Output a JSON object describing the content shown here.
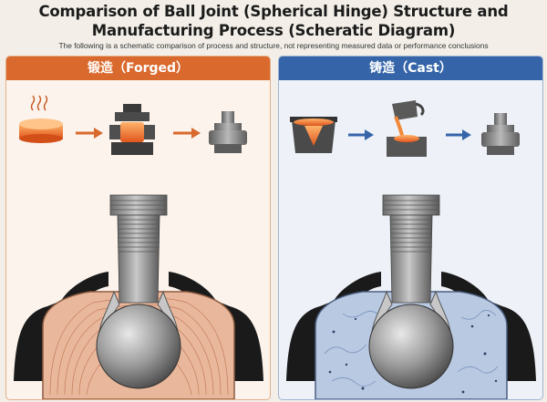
{
  "title_line1": "Comparison of Ball Joint (Spherical Hinge) Structure and",
  "title_line2": "Manufacturing Process (Scheratic Diagram)",
  "subtitle": "The following is a schematic comparison of process and structure, not representing measured data or performance conclusions",
  "forged": {
    "label": "锻造（Forged）",
    "accent": "#d9692d"
  },
  "cast": {
    "label": "铸造（Cast）",
    "accent": "#3565a8"
  }
}
